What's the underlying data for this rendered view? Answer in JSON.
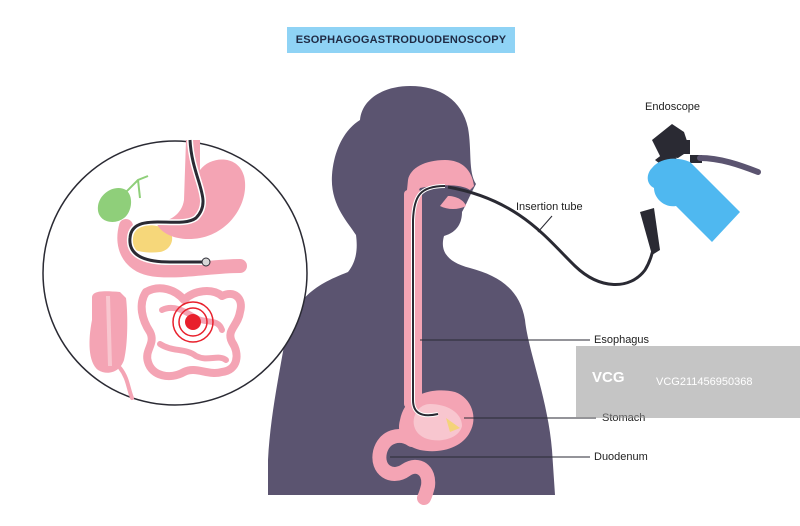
{
  "title": "ESOPHAGOGASTRODUODENOSCOPY",
  "labels": {
    "endoscope": "Endoscope",
    "insertion_tube": "Insertion tube",
    "esophagus": "Esophagus",
    "stomach": "Stomach",
    "duodenum": "Duodenum"
  },
  "watermark": {
    "logo": "VCG",
    "id": "VCG211456950368"
  },
  "colors": {
    "silhouette": "#5b5470",
    "organ_pink": "#f4a4b4",
    "organ_light": "#f8c6cf",
    "glove": "#4fb8f0",
    "scope": "#2a2a33",
    "gallbladder": "#8fcf7a",
    "pancreas": "#f6d77a",
    "target_red": "#e8202c"
  }
}
